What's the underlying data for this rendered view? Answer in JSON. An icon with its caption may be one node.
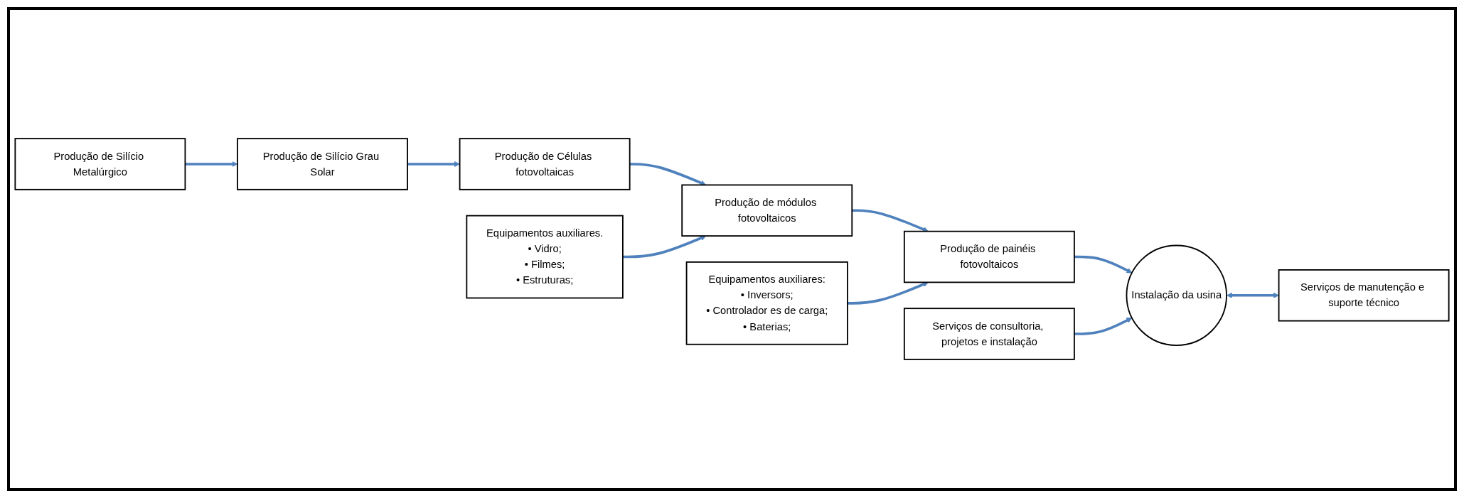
{
  "diagram": {
    "nodes": [
      {
        "text": [
          "Produção de Silício Metalúrgico"
        ]
      },
      {
        "text": [
          "Produção de Silício Grau Solar"
        ]
      },
      {
        "text": [
          "Produção de Células fotovoltaicas"
        ]
      },
      {
        "text": [
          "Produção de módulos fotovoltaicos"
        ]
      },
      {
        "text": [
          "Produção de painéis fotovoltaicos"
        ]
      },
      {
        "text": [
          "Instalação da usina"
        ]
      },
      {
        "text": [
          "Equipamentos auxiliares.",
          "• Vidro;",
          "• Filmes;",
          "• Estruturas;"
        ]
      },
      {
        "text": [
          "Equipamentos auxiliares:",
          "• Inversors;",
          "• Controlador es de carga;",
          "• Baterias;"
        ]
      },
      {
        "text": [
          "Serviços de consultoria, projetos e instalação"
        ]
      },
      {
        "text": [
          "Serviços de manutenção e suporte técnico"
        ]
      }
    ],
    "edges": [
      {
        "from": 0,
        "to": 1,
        "arrow": "to"
      },
      {
        "from": 1,
        "to": 2,
        "arrow": "to"
      },
      {
        "from": 2,
        "to": 3,
        "arrow": "to"
      },
      {
        "from": 3,
        "to": 4,
        "arrow": "to"
      },
      {
        "from": 4,
        "to": 5,
        "arrow": "to"
      },
      {
        "from": 6,
        "to": 3,
        "arrow": "to"
      },
      {
        "from": 7,
        "to": 4,
        "arrow": "to"
      },
      {
        "from": 8,
        "to": 5,
        "arrow": "to"
      },
      {
        "from": 5,
        "to": 9,
        "arrow": "both"
      }
    ]
  }
}
